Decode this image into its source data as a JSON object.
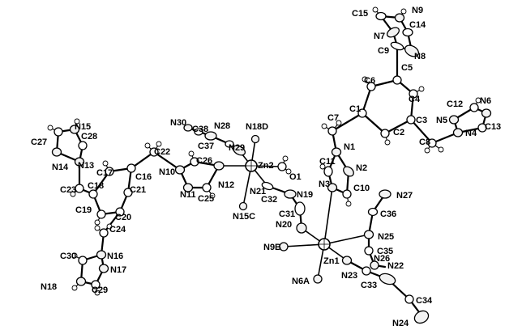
{
  "atoms": {
    "C15": "C15",
    "N9": "N9",
    "N7": "N7",
    "C14": "C14",
    "C9": "C9",
    "N8": "N8",
    "C5": "C5",
    "C6": "C6",
    "C4": "C4",
    "C1": "C1",
    "C3": "C3",
    "C2": "C2",
    "C12": "C12",
    "N6": "N6",
    "N5": "N5",
    "N4": "N4",
    "C13": "C13",
    "C8": "C8",
    "C7": "C7",
    "N1": "N1",
    "C11": "C11",
    "N2": "N2",
    "N3": "N3",
    "C10": "C10",
    "N27": "N27",
    "C36": "C36",
    "N30": "N30",
    "C38": "C38",
    "N28": "N28",
    "N18D": "N18D",
    "C37": "C37",
    "N29": "N29",
    "Zn2": "Zn2",
    "O1": "O1",
    "C26": "C26",
    "N10": "N10",
    "N12": "N12",
    "N11": "N11",
    "C25": "C25",
    "N21": "N21",
    "C32": "C32",
    "N19": "N19",
    "N15C": "N15C",
    "C31": "C31",
    "N20": "N20",
    "C22": "C22",
    "C16": "C16",
    "C17": "C17",
    "C18": "C18",
    "C21": "C21",
    "C19": "C19",
    "C20": "C20",
    "C23": "C23",
    "C24": "C24",
    "N15": "N15",
    "C28": "C28",
    "C27": "C27",
    "N14": "N14",
    "N13": "N13",
    "C30": "C30",
    "N16": "N16",
    "N17": "N17",
    "N18": "N18",
    "C29": "C29",
    "N25": "N25",
    "N9B": "N9B",
    "Zn1": "Zn1",
    "C35": "C35",
    "N26": "N26",
    "N22": "N22",
    "N23": "N23",
    "C33": "C33",
    "N6A": "N6A",
    "C34": "C34",
    "N24": "N24"
  }
}
